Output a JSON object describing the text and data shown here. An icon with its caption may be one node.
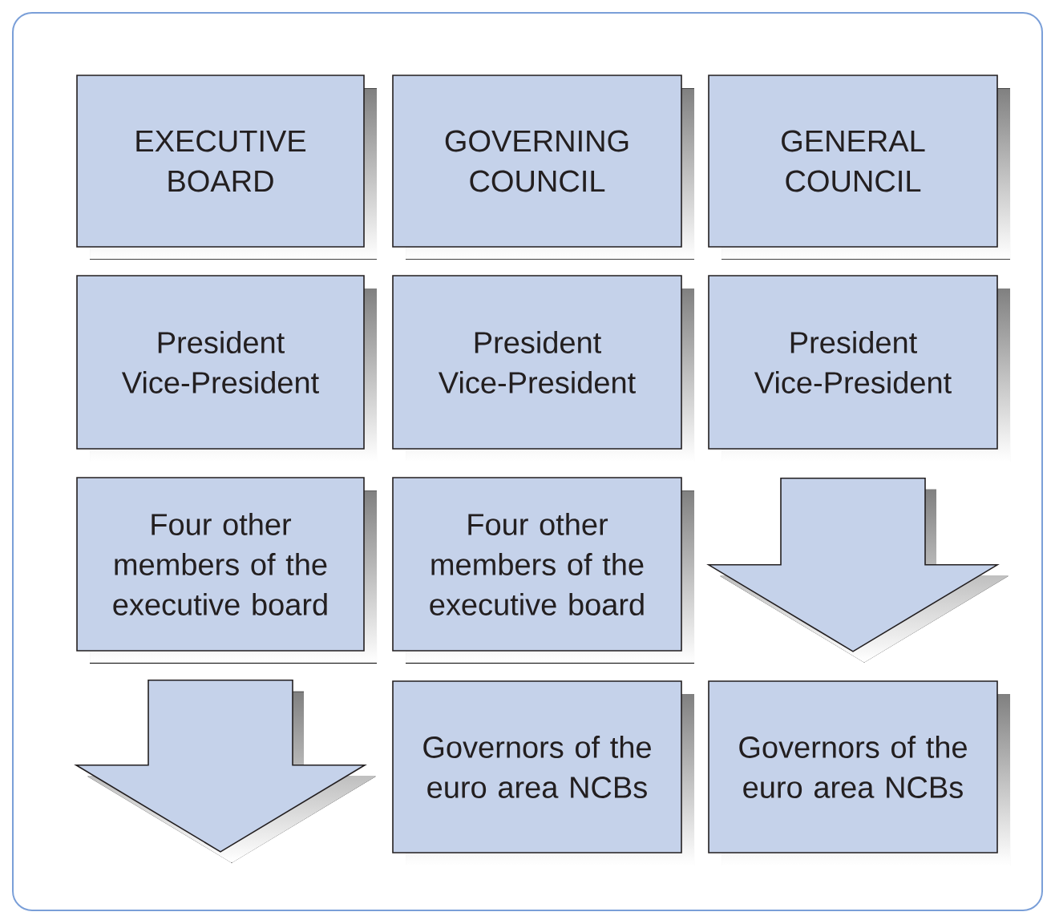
{
  "diagram": {
    "nodes": [
      {
        "text": [
          "EXECUTIVE BOARD"
        ]
      },
      {
        "text": [
          "GOVERNING COUNCIL"
        ]
      },
      {
        "text": [
          "GENERAL COUNCIL"
        ]
      },
      {
        "text": [
          "President Vice-President"
        ]
      },
      {
        "text": [
          "President Vice-President"
        ]
      },
      {
        "text": [
          "President Vice-President"
        ]
      },
      {
        "text": [
          "Four other members of the executive board"
        ]
      },
      {
        "text": [
          "Four other members of the executive board"
        ]
      },
      {
        "text": [
          "Governors of the euro area NCBs"
        ]
      },
      {
        "text": [
          "Governors of the euro area NCBs"
        ]
      }
    ],
    "edges": [
      {
        "from": 6,
        "to": null,
        "arrow": "to"
      },
      {
        "from": 5,
        "to": 9,
        "arrow": "to"
      }
    ]
  }
}
